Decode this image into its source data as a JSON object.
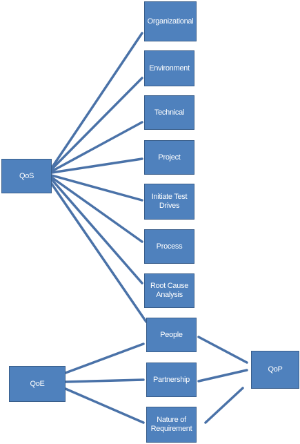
{
  "colors": {
    "box_fill": "#4f81bd",
    "box_border": "#385d8a",
    "connector": "#4a72a8",
    "text": "#ffffff"
  },
  "hubs": {
    "qos": "QoS",
    "qoe": "QoE",
    "qop": "QoP"
  },
  "factors": {
    "organizational": "Organizational",
    "environment": "Environment",
    "technical": "Technical",
    "project": "Project",
    "initiate_test_drives": "Initiate Test Drives",
    "process": "Process",
    "root_cause_analysis": "Root Cause Analysis",
    "people": "People",
    "partnership": "Partnership",
    "nature_of_requirement": "Nature of Requirement"
  }
}
